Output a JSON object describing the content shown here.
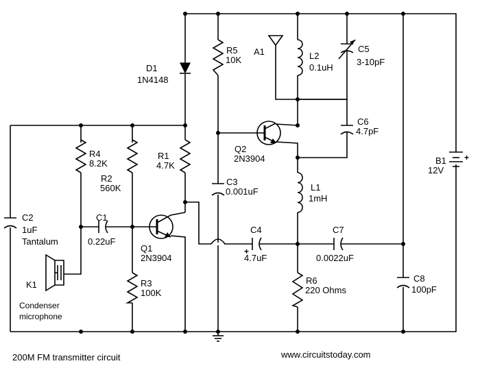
{
  "title": "200M FM transmitter circuit",
  "website": "www.circuitstoday.com",
  "components": {
    "R1": {
      "ref": "R1",
      "value": "4.7K"
    },
    "R2": {
      "ref": "R2",
      "value": "560K"
    },
    "R3": {
      "ref": "R3",
      "value": "100K"
    },
    "R4": {
      "ref": "R4",
      "value": "8.2K"
    },
    "R5": {
      "ref": "R5",
      "value": "10K"
    },
    "R6": {
      "ref": "R6",
      "value": "220 Ohms"
    },
    "C1": {
      "ref": "C1",
      "value": "0.22uF"
    },
    "C2": {
      "ref": "C2",
      "value": "1uF",
      "note": "Tantalum"
    },
    "C3": {
      "ref": "C3",
      "value": "0.001uF"
    },
    "C4": {
      "ref": "C4",
      "value": "4.7uF"
    },
    "C5": {
      "ref": "C5",
      "value": "3-10pF"
    },
    "C6": {
      "ref": "C6",
      "value": "4.7pF"
    },
    "C7": {
      "ref": "C7",
      "value": "0.0022uF"
    },
    "C8": {
      "ref": "C8",
      "value": "100pF"
    },
    "L1": {
      "ref": "L1",
      "value": "1mH"
    },
    "L2": {
      "ref": "L2",
      "value": "0.1uH"
    },
    "Q1": {
      "ref": "Q1",
      "value": "2N3904"
    },
    "Q2": {
      "ref": "Q2",
      "value": "2N3904"
    },
    "D1": {
      "ref": "D1",
      "value": "1N4148"
    },
    "B1": {
      "ref": "B1",
      "value": "12V"
    },
    "A1": {
      "ref": "A1"
    },
    "K1": {
      "ref": "K1",
      "line1": "Condenser",
      "line2": "microphone"
    }
  },
  "colors": {
    "ink": "#000000",
    "background": "#ffffff"
  }
}
